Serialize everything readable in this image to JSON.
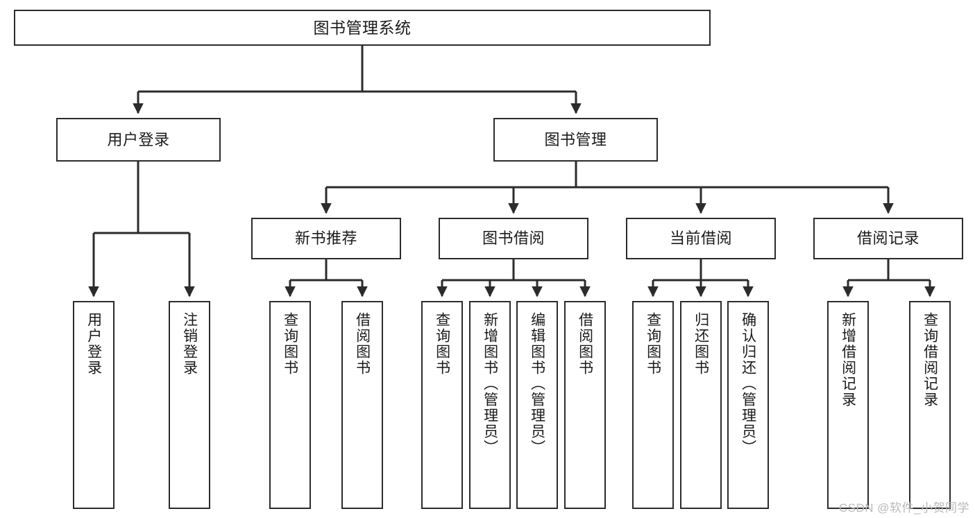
{
  "diagram": {
    "type": "tree-hierarchy",
    "title": "图书管理系统",
    "watermark": "CSDN @软件_小贺同学",
    "colors": {
      "stroke": "#2b2b2b",
      "fill": "#ffffff",
      "text": "#1a1a1a",
      "watermark": "#b9b9b9"
    },
    "nodes": {
      "root": {
        "label": "图书管理系统"
      },
      "level1": [
        {
          "id": "user-login",
          "label": "用户登录"
        },
        {
          "id": "book-manage",
          "label": "图书管理"
        }
      ],
      "level2": [
        {
          "id": "new-book-rec",
          "label": "新书推荐"
        },
        {
          "id": "book-borrow",
          "label": "图书借阅"
        },
        {
          "id": "current-borrow",
          "label": "当前借阅"
        },
        {
          "id": "borrow-record",
          "label": "借阅记录"
        }
      ],
      "leaves": {
        "user-login": [
          {
            "id": "leaf-user-login",
            "label": "用户登录"
          },
          {
            "id": "leaf-logout-login",
            "label": "注销登录"
          }
        ],
        "new-book-rec": [
          {
            "id": "leaf-query-book-1",
            "label": "查询图书"
          },
          {
            "id": "leaf-borrow-book-1",
            "label": "借阅图书"
          }
        ],
        "book-borrow": [
          {
            "id": "leaf-query-book-2",
            "label": "查询图书"
          },
          {
            "id": "leaf-add-book",
            "label": "新增图书（管理员）"
          },
          {
            "id": "leaf-edit-book",
            "label": "编辑图书（管理员）"
          },
          {
            "id": "leaf-borrow-book-2",
            "label": "借阅图书"
          }
        ],
        "current-borrow": [
          {
            "id": "leaf-query-book-3",
            "label": "查询图书"
          },
          {
            "id": "leaf-return-book",
            "label": "归还图书"
          },
          {
            "id": "leaf-confirm-return",
            "label": "确认归还（管理员）"
          }
        ],
        "borrow-record": [
          {
            "id": "leaf-add-record",
            "label": "新增借阅记录"
          },
          {
            "id": "leaf-query-record",
            "label": "查询借阅记录"
          }
        ]
      }
    },
    "edges": [
      {
        "from": "root",
        "to": "user-login"
      },
      {
        "from": "root",
        "to": "book-manage"
      },
      {
        "from": "book-manage",
        "to": "new-book-rec"
      },
      {
        "from": "book-manage",
        "to": "book-borrow"
      },
      {
        "from": "book-manage",
        "to": "current-borrow"
      },
      {
        "from": "book-manage",
        "to": "borrow-record"
      },
      {
        "from": "user-login",
        "to": "leaf-user-login"
      },
      {
        "from": "user-login",
        "to": "leaf-logout-login"
      },
      {
        "from": "new-book-rec",
        "to": "leaf-query-book-1"
      },
      {
        "from": "new-book-rec",
        "to": "leaf-borrow-book-1"
      },
      {
        "from": "book-borrow",
        "to": "leaf-query-book-2"
      },
      {
        "from": "book-borrow",
        "to": "leaf-add-book"
      },
      {
        "from": "book-borrow",
        "to": "leaf-edit-book"
      },
      {
        "from": "book-borrow",
        "to": "leaf-borrow-book-2"
      },
      {
        "from": "current-borrow",
        "to": "leaf-query-book-3"
      },
      {
        "from": "current-borrow",
        "to": "leaf-return-book"
      },
      {
        "from": "current-borrow",
        "to": "leaf-confirm-return"
      },
      {
        "from": "borrow-record",
        "to": "leaf-add-record"
      },
      {
        "from": "borrow-record",
        "to": "leaf-query-record"
      }
    ]
  }
}
